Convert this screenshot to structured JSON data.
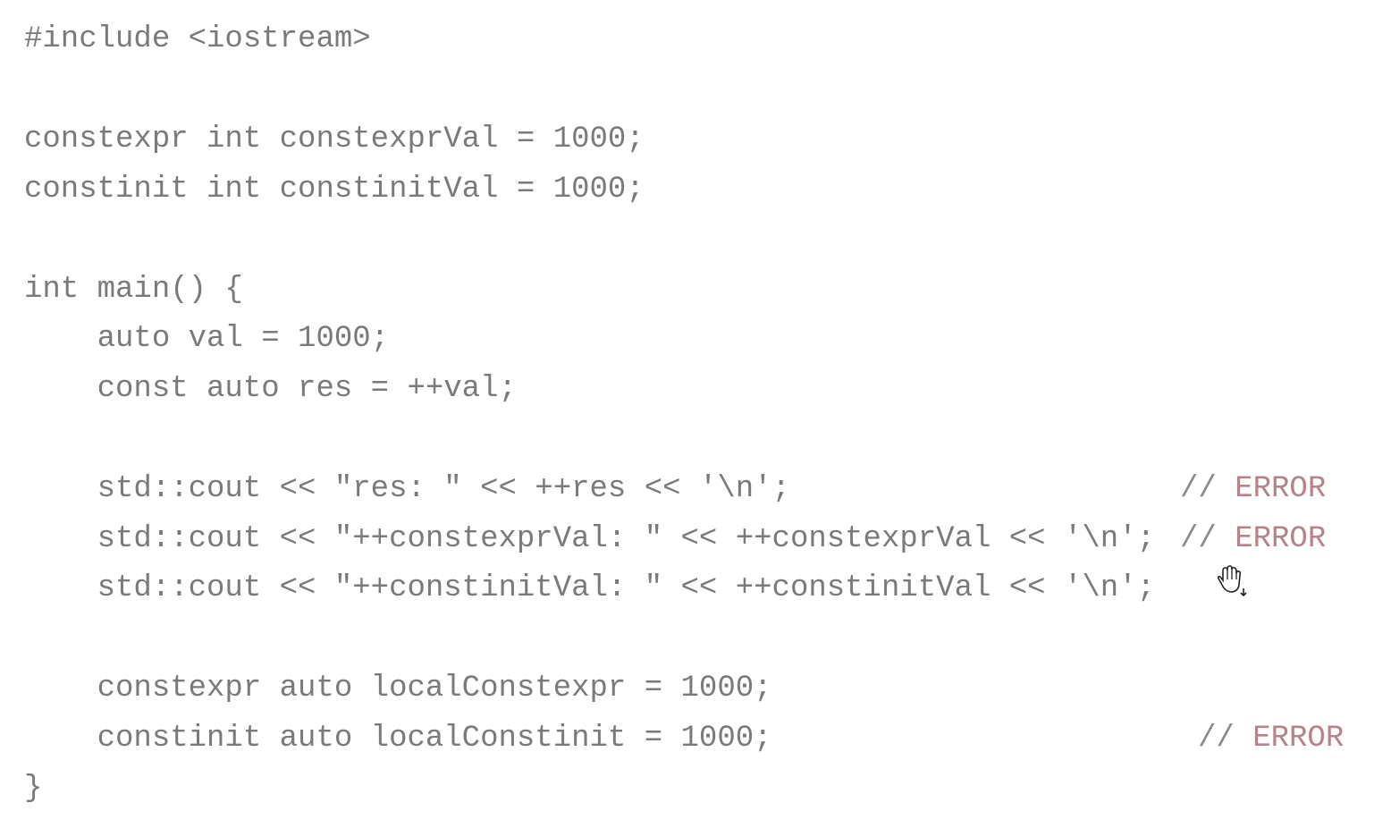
{
  "code_lines": [
    "#include <iostream>",
    "constexpr int constexprVal = 1000;",
    "constinit int constinitVal = 1000;",
    "int main() {",
    "    auto val = 1000;",
    "    const auto res = ++val;",
    "    std::cout << \"res: \" << ++res << '\\n';",
    "    std::cout << \"++constexprVal: \" << ++constexprVal << '\\n';",
    "    std::cout << \"++constinitVal: \" << ++constinitVal << '\\n';",
    "    constexpr auto localConstexpr = 1000;",
    "    constinit auto localConstinit = 1000;",
    "}"
  ],
  "comments": {
    "slash": "//",
    "label": "ERROR"
  },
  "colors": {
    "text": "#7a7a7a",
    "error": "#b5838a"
  },
  "cursor_icon": "hand-grab-cursor-icon"
}
